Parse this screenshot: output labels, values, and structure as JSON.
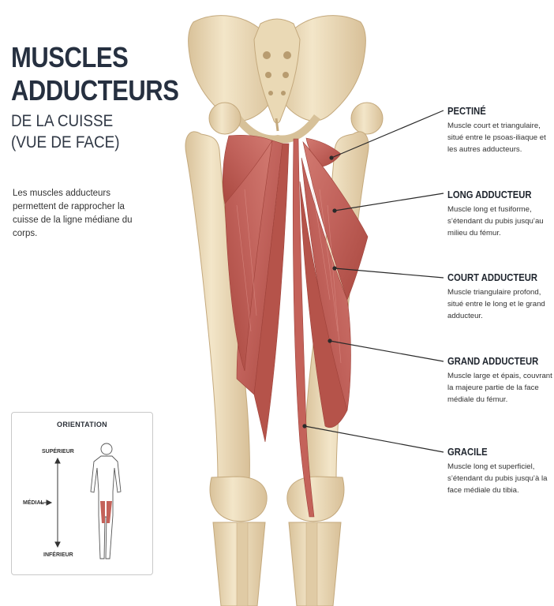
{
  "title": {
    "main_line1": "MUSCLES",
    "main_line2": "ADDUCTEURS",
    "sub_line1": "DE LA CUISSE",
    "sub_line2": "(VUE DE FACE)"
  },
  "intro_text": "Les muscles adducteurs permettent de rapprocher la cuisse de la ligne médiane du corps.",
  "labels": [
    {
      "title": "PECTINÉ",
      "description": "Muscle court et triangulaire, situé entre le psoas-iliaque et les autres adducteurs."
    },
    {
      "title": "LONG ADDUCTEUR",
      "description": "Muscle long et fusiforme, s’étendant du pubis jusqu’au milieu du fémur."
    },
    {
      "title": "COURT ADDUCTEUR",
      "description": "Muscle triangulaire profond, situé entre le long et le grand adducteur."
    },
    {
      "title": "GRAND ADDUCTEUR",
      "description": "Muscle large et épais, couvrant la majeure partie de la face médiale du fémur."
    },
    {
      "title": "GRACILE",
      "description": "Muscle long et superficiel, s’étendant du pubis jusqu’à la face médiale du tibia."
    }
  ],
  "orientation": {
    "title": "ORIENTATION",
    "superior": "SUPÉRIEUR",
    "inferior": "INFÉRIEUR",
    "medial": "MÉDIAL"
  },
  "colors": {
    "bone": "#ecdcbc",
    "bone_shadow": "#cdb58c",
    "muscle": "#c7675f",
    "muscle_dark": "#a9483f",
    "title": "#263040"
  }
}
